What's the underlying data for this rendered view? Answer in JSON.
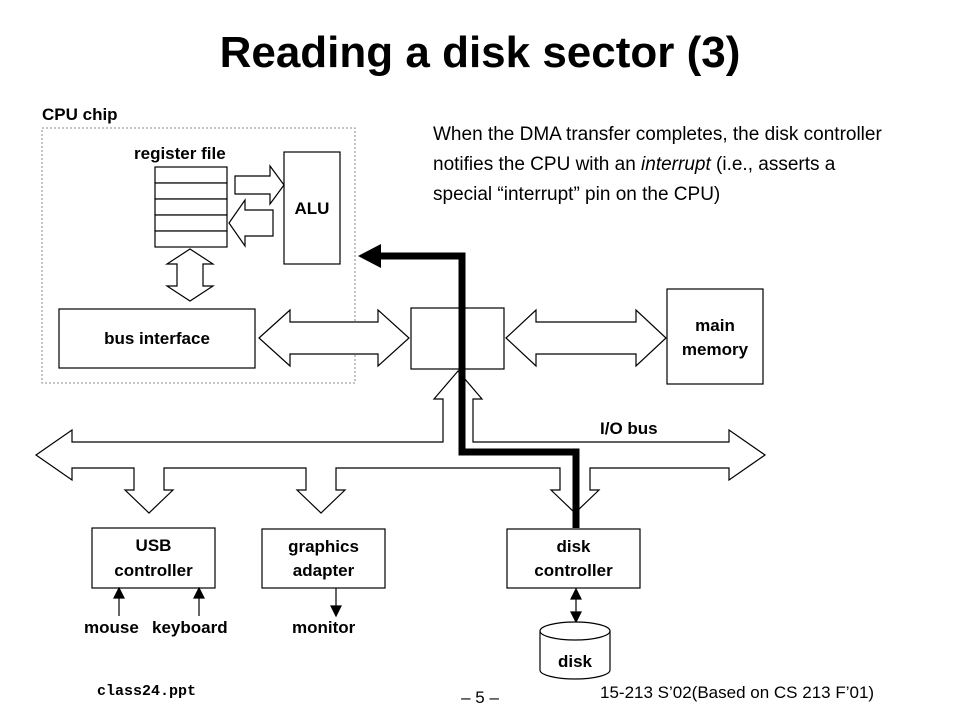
{
  "title": "Reading a disk sector (3)",
  "labels": {
    "cpu_chip": "CPU chip",
    "register_file": "register file",
    "alu": "ALU",
    "bus_interface": "bus interface",
    "main_memory_1": "main",
    "main_memory_2": "memory",
    "io_bus": "I/O bus",
    "usb_1": "USB",
    "usb_2": "controller",
    "graphics_1": "graphics",
    "graphics_2": "adapter",
    "disk_ctrl_1": "disk",
    "disk_ctrl_2": "controller",
    "mouse": "mouse",
    "keyboard": "keyboard",
    "monitor": "monitor",
    "disk": "disk"
  },
  "note": {
    "part1": "When the DMA transfer completes, the disk controller notifies the CPU with an ",
    "emphasis": "interrupt",
    "part2": " (i.e., asserts a special “interrupt” pin on the CPU)"
  },
  "footer": {
    "left": "class24.ppt",
    "center": "– 5 –",
    "right": "15-213 S’02(Based on CS 213 F’01)"
  }
}
